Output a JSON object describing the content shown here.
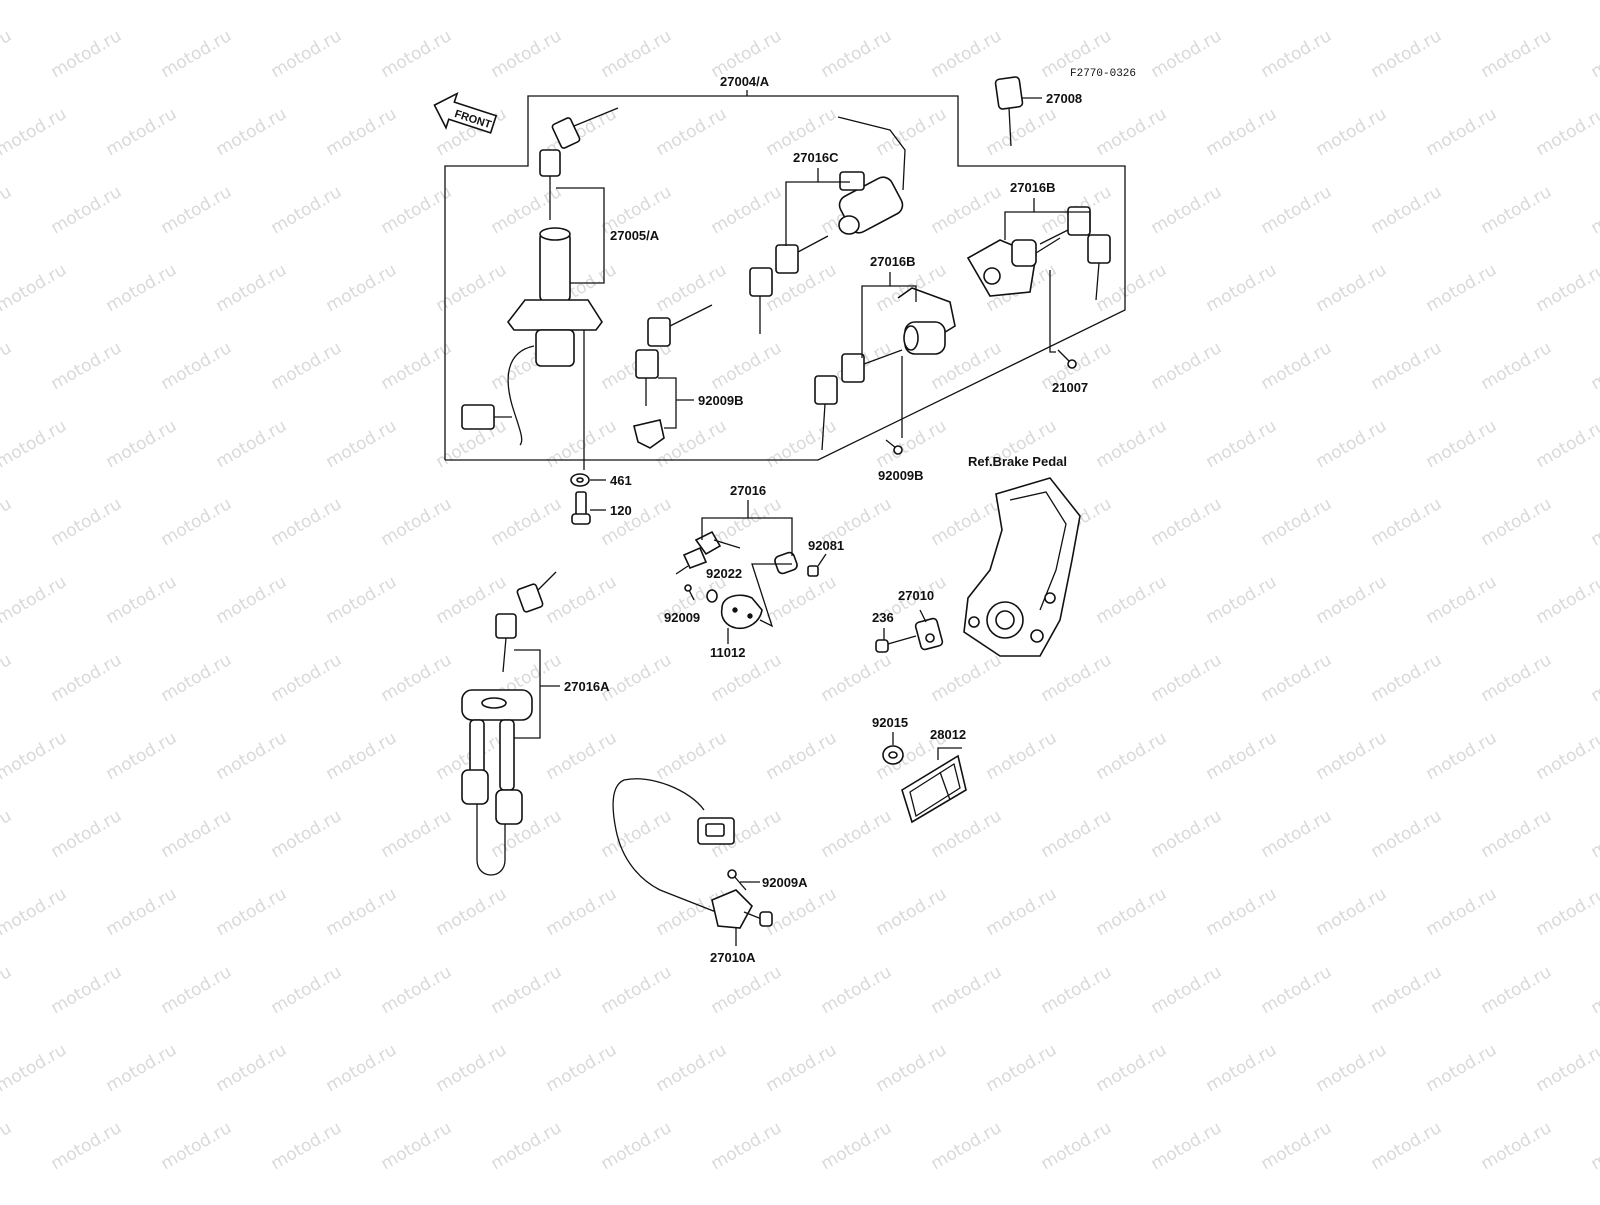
{
  "drawing_code": "F2770-0326",
  "front_label": "FRONT",
  "watermark": "motod.ru",
  "callouts": [
    {
      "id": "kit",
      "text": "27004/A"
    },
    {
      "id": "ign",
      "text": "27005/A"
    },
    {
      "id": "k27008",
      "text": "27008"
    },
    {
      "id": "k27016C",
      "text": "27016C"
    },
    {
      "id": "k27016B_r",
      "text": "27016B"
    },
    {
      "id": "k27016B_m",
      "text": "27016B"
    },
    {
      "id": "k21007",
      "text": "21007"
    },
    {
      "id": "s92009B_r",
      "text": "92009B"
    },
    {
      "id": "s92009B_m",
      "text": "92009B"
    },
    {
      "id": "w461",
      "text": "461"
    },
    {
      "id": "b120",
      "text": "120"
    },
    {
      "id": "k27016",
      "text": "27016"
    },
    {
      "id": "p92081",
      "text": "92081"
    },
    {
      "id": "p92022",
      "text": "92022"
    },
    {
      "id": "p92009",
      "text": "92009"
    },
    {
      "id": "p11012",
      "text": "11012"
    },
    {
      "id": "ref",
      "text": "Ref.Brake Pedal"
    },
    {
      "id": "sw27010",
      "text": "27010"
    },
    {
      "id": "b236",
      "text": "236"
    },
    {
      "id": "k27016A",
      "text": "27016A"
    },
    {
      "id": "n92015",
      "text": "92015"
    },
    {
      "id": "r28012",
      "text": "28012"
    },
    {
      "id": "s92009A",
      "text": "92009A"
    },
    {
      "id": "sw27010A",
      "text": "27010A"
    }
  ]
}
